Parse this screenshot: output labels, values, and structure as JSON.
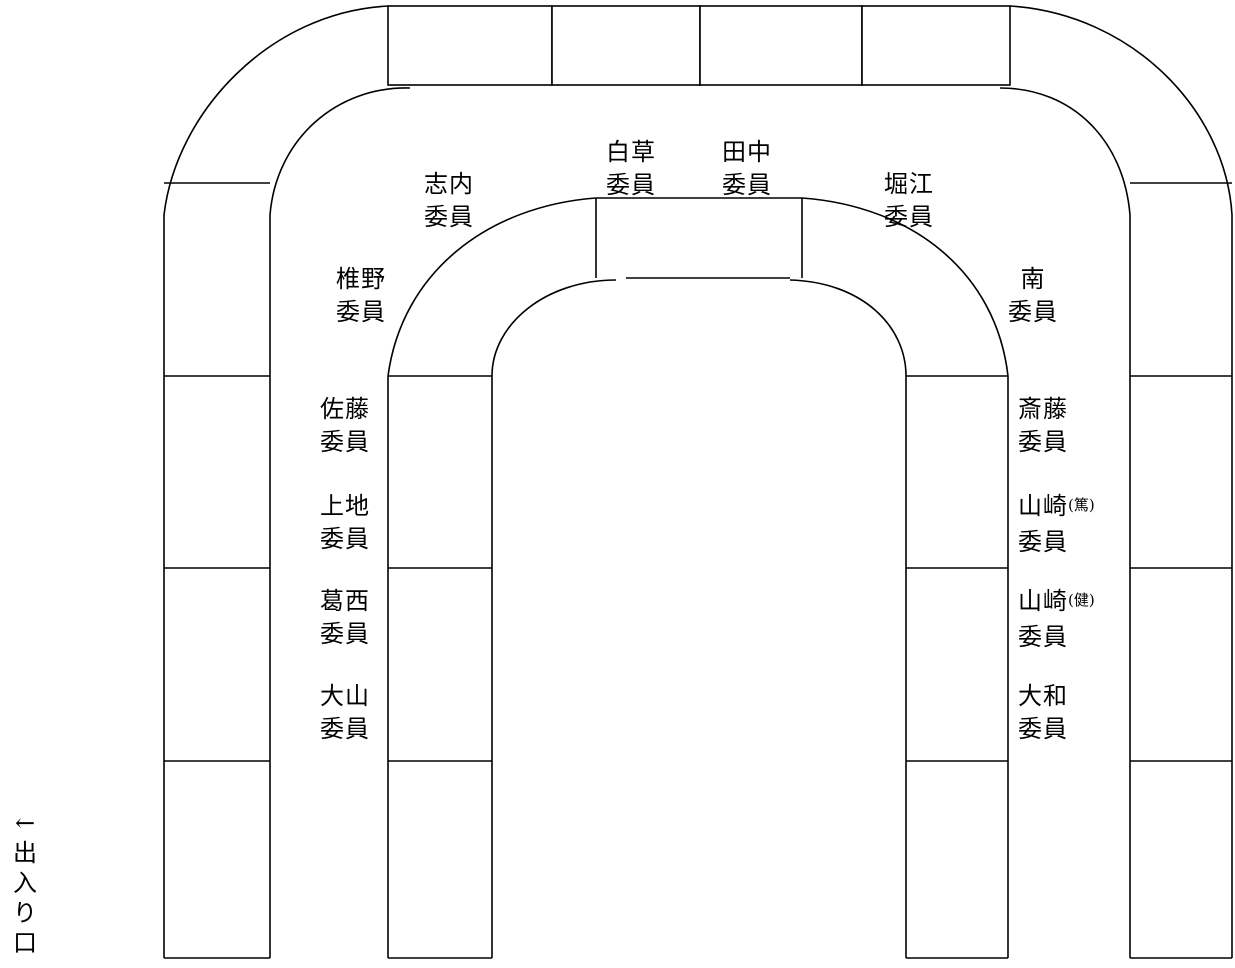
{
  "seats": {
    "shiragusa": {
      "l1": "白草",
      "l2": "委員"
    },
    "tanaka": {
      "l1": "田中",
      "l2": "委員"
    },
    "shinai": {
      "l1": "志内",
      "l2": "委員"
    },
    "horie": {
      "l1": "堀江",
      "l2": "委員"
    },
    "shiino": {
      "l1": "椎野",
      "l2": "委員"
    },
    "minami": {
      "l1": "南",
      "l2": "委員"
    },
    "sato": {
      "l1": "佐藤",
      "l2": "委員"
    },
    "saito": {
      "l1": "斎藤",
      "l2": "委員"
    },
    "ueji": {
      "l1": "上地",
      "l2": "委員"
    },
    "yamazaki_atsushi": {
      "l1": "山崎",
      "note": "(篤)",
      "l2": "委員"
    },
    "kasai": {
      "l1": "葛西",
      "l2": "委員"
    },
    "yamazaki_ken": {
      "l1": "山崎",
      "note": "(健)",
      "l2": "委員"
    },
    "oyama": {
      "l1": "大山",
      "l2": "委員"
    },
    "yamato": {
      "l1": "大和",
      "l2": "委員"
    }
  },
  "entrance": {
    "arrow": "←",
    "c1": "出",
    "c2": "入",
    "c3": "り",
    "c4": "口"
  }
}
